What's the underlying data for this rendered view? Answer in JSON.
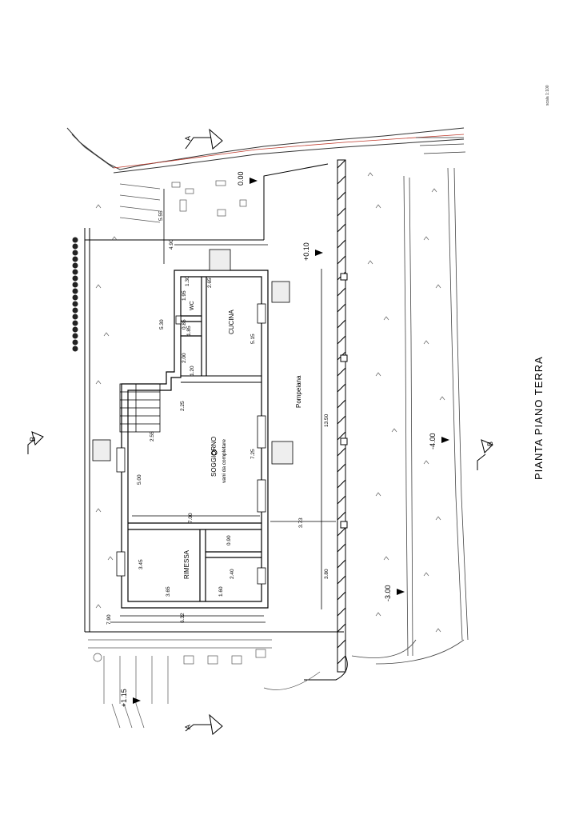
{
  "title": "PIANTA PIANO TERRA",
  "scale_note": "scala 1:100",
  "section_marks": {
    "a": "A",
    "b": "B"
  },
  "rooms": {
    "soggiorno": "SOGGIORNO",
    "soggiorno_note": "vani da completare",
    "cucina": "CUCINA",
    "wc": "WC",
    "rimessa": "RIMESSA"
  },
  "terrace_label": "Pompeiana",
  "levels": {
    "road": "0.00",
    "terrace": "+0.10",
    "garden_bottom": "+1.15",
    "field_low": "-3.00",
    "field_mid": "-4.00"
  },
  "dimensions": {
    "site_width": "5.55",
    "entry_width": "4.90",
    "terrace_length": "13.50",
    "terrace_end": "3.73",
    "terrace_rimessa": "3.80",
    "house_length_total": "7.90",
    "house_length_inner": "6.32",
    "cucina_length": "5.15",
    "cucina_width": "2.65",
    "wc_a": "1.30",
    "wc_b": "1.95",
    "wc_c": "1.85",
    "wc_d": "0.85",
    "wc_e": "2.00",
    "wc_f": "1.20",
    "wing_width": "5.30",
    "stair_a": "2.25",
    "stair_b": "2.55",
    "soggiorno_length": "7.25",
    "soggiorno_width": "5.00",
    "soggiorno_depth": "7.00",
    "rimessa_length": "3.45",
    "rimessa_width": "3.65",
    "store_a": "0.90",
    "store_b": "2.40",
    "store_c": "1.60"
  }
}
